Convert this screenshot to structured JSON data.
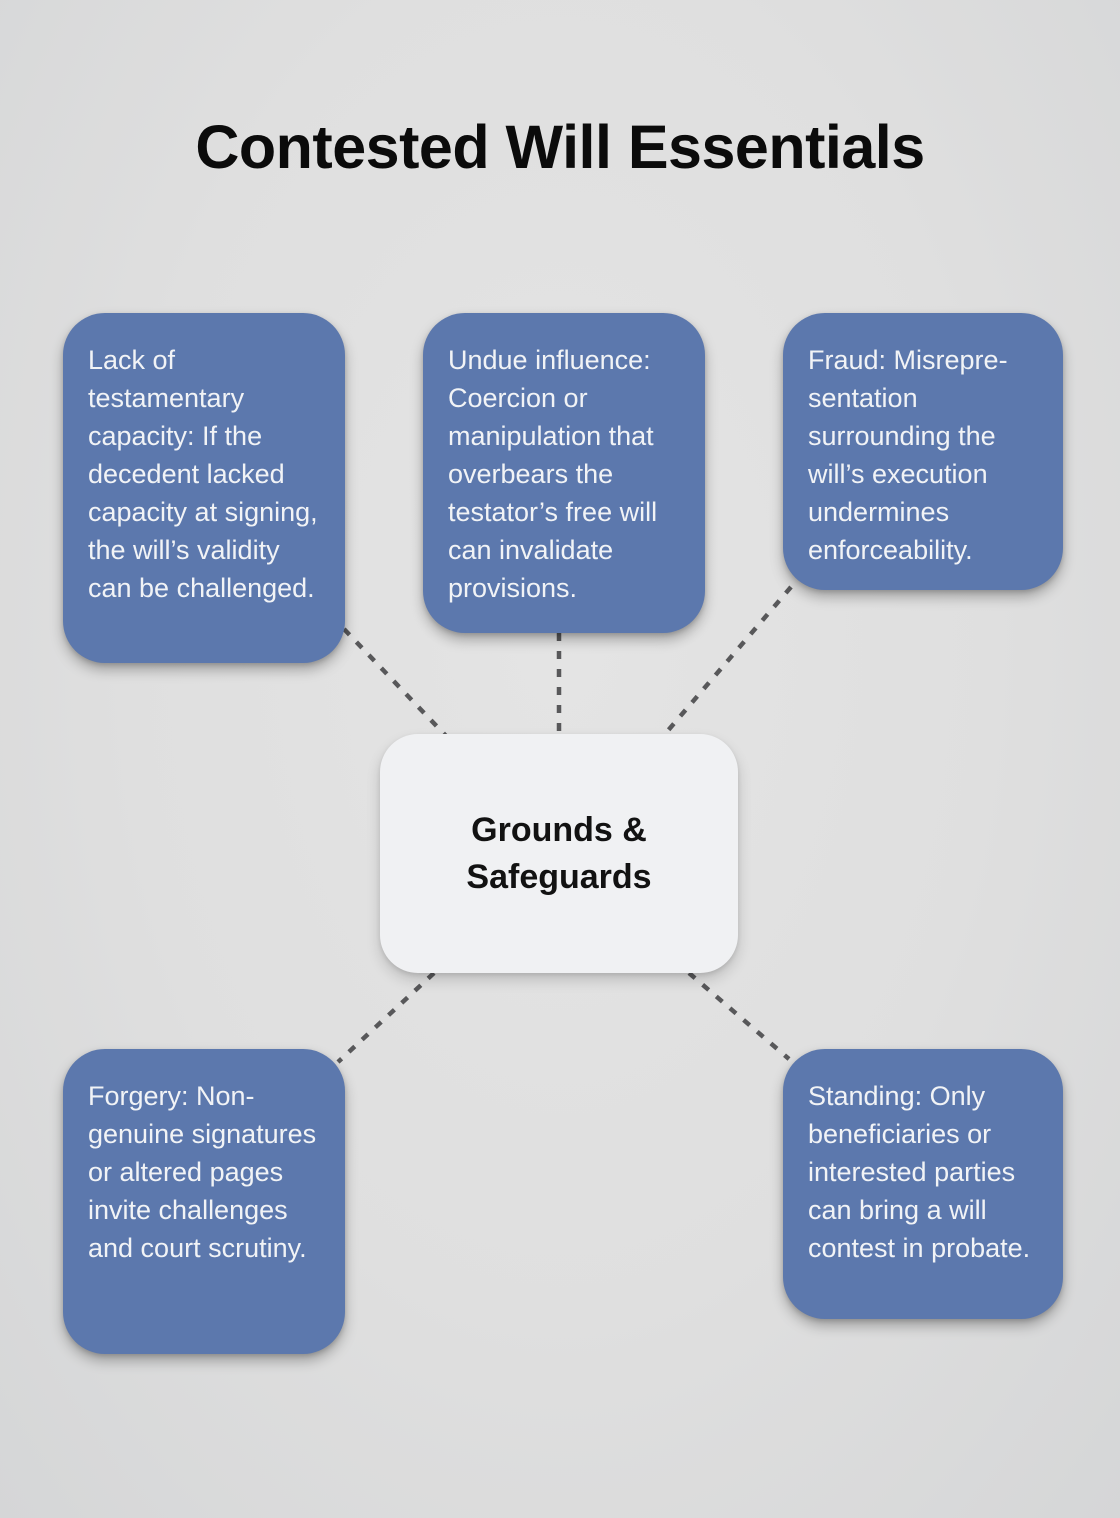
{
  "title": "Contested Will Essentials",
  "center": {
    "label": "Grounds & Safeguards"
  },
  "nodes": [
    {
      "id": "lack-of-capacity",
      "text": "Lack of testamentary capacity: If the decedent lacked capacity at signing, the will’s validity can be challenged."
    },
    {
      "id": "undue-influence",
      "text": "Undue influence: Coercion or manipulation that overbears the testator’s free will can invalidate provisions."
    },
    {
      "id": "fraud",
      "text": "Fraud: Misrepre­sentation surrounding the will’s execution undermines enforceability."
    },
    {
      "id": "forgery",
      "text": "Forgery: Non-genuine signatures or altered pages invite challenges and court scrutiny."
    },
    {
      "id": "standing",
      "text": "Standing: Only beneficiaries or interested parties can bring a will contest in probate."
    }
  ],
  "colors": {
    "background": "#dfdfdf",
    "node_fill": "#5c78ad",
    "node_text": "#f1f3f6",
    "center_fill": "#f0f1f3",
    "center_text": "#121212",
    "connector": "#58585a",
    "title_text": "#0b0b0b"
  }
}
